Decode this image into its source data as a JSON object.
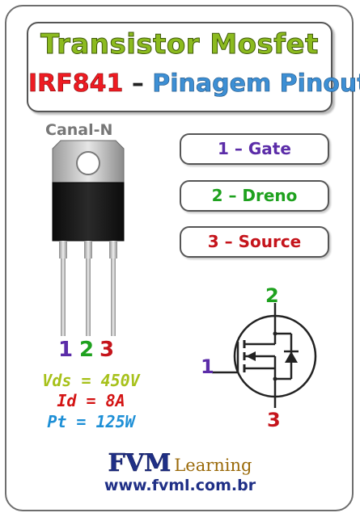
{
  "title": {
    "line1": "Transistor Mosfet",
    "part": "IRF841",
    "separator": " – ",
    "subtitle": "Pinagem Pinout"
  },
  "package": {
    "channel": "Canal-N",
    "pin_numbers": [
      "1",
      "2",
      "3"
    ]
  },
  "pins": [
    {
      "label": "1 – Gate",
      "color": "#5b2ca8"
    },
    {
      "label": "2 – Dreno",
      "color": "#1ea11e"
    },
    {
      "label": "3 – Source",
      "color": "#c5141b"
    }
  ],
  "specs": [
    {
      "text": "Vds = 450V",
      "color": "#a7c11a"
    },
    {
      "text": "Id = 8A",
      "color": "#d41414"
    },
    {
      "text": "Pt = 125W",
      "color": "#1d8fd6"
    }
  ],
  "symbol": {
    "gate_label": "1",
    "drain_label": "2",
    "source_label": "3"
  },
  "branding": {
    "logo_main": "FVM",
    "logo_sub": "Learning",
    "url": "www.fvml.com.br"
  }
}
